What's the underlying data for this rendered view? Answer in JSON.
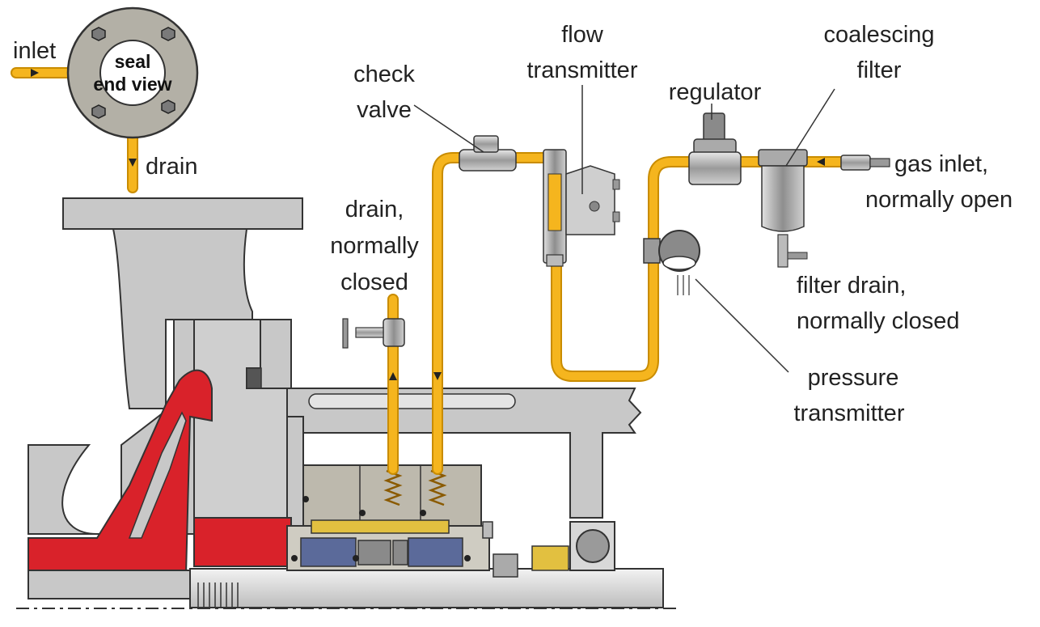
{
  "colors": {
    "pipe": "#f5b51e",
    "pipe_edge": "#c98c00",
    "casing": "#c8c8c8",
    "casing_edge": "#333333",
    "impeller": "#d9222a",
    "seal_body": "#bdb9ad",
    "seal_face": "#5b6a9a",
    "gland": "#e2c040",
    "flange": "#b3b0a6"
  },
  "labels": {
    "inlet": "inlet",
    "seal_end_view": [
      "seal",
      "end view"
    ],
    "drain": "drain",
    "drain_normally_closed": [
      "drain,",
      "normally",
      "closed"
    ],
    "check_valve": [
      "check",
      "valve"
    ],
    "flow_transmitter": [
      "flow",
      "transmitter"
    ],
    "regulator": "regulator",
    "coalescing_filter": [
      "coalescing",
      "filter"
    ],
    "gas_inlet": [
      "gas inlet,",
      "normally open"
    ],
    "filter_drain": [
      "filter drain,",
      "normally closed"
    ],
    "pressure_transmitter": [
      "pressure",
      "transmitter"
    ]
  },
  "icons": {
    "seal_end_view": "flange-bolt-circle-icon",
    "check_valve": "check-valve-icon",
    "flow_transmitter": "flow-meter-icon",
    "regulator": "pressure-regulator-icon",
    "coalescing_filter": "filter-bowl-icon",
    "pressure_transmitter": "pressure-gauge-icon",
    "drain_valve": "needle-valve-icon"
  }
}
